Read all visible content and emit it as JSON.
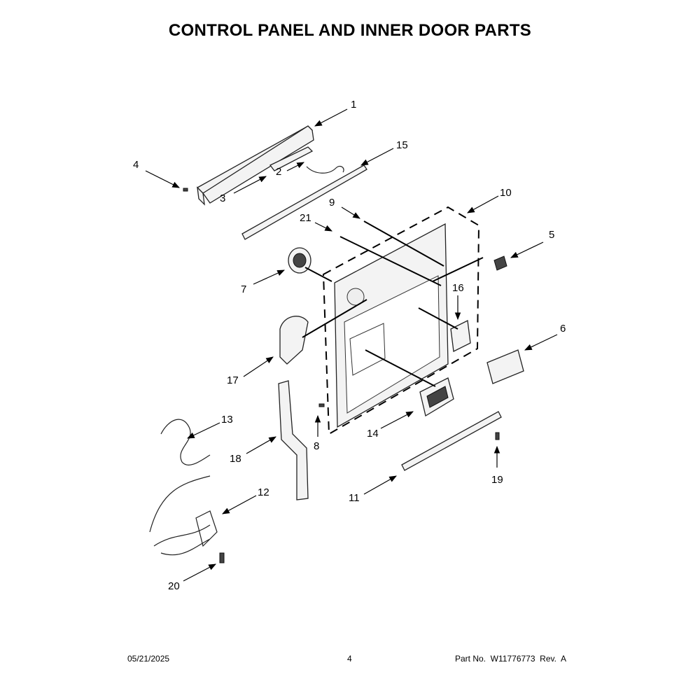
{
  "title": "CONTROL PANEL AND INNER DOOR PARTS",
  "footer": {
    "date": "05/21/2025",
    "page": "4",
    "part_no": "Part No.  W11776773  Rev.  A"
  },
  "callouts": [
    "1",
    "2",
    "3",
    "4",
    "5",
    "6",
    "7",
    "8",
    "9",
    "10",
    "11",
    "12",
    "13",
    "14",
    "15",
    "16",
    "17",
    "18",
    "19",
    "20",
    "21"
  ]
}
